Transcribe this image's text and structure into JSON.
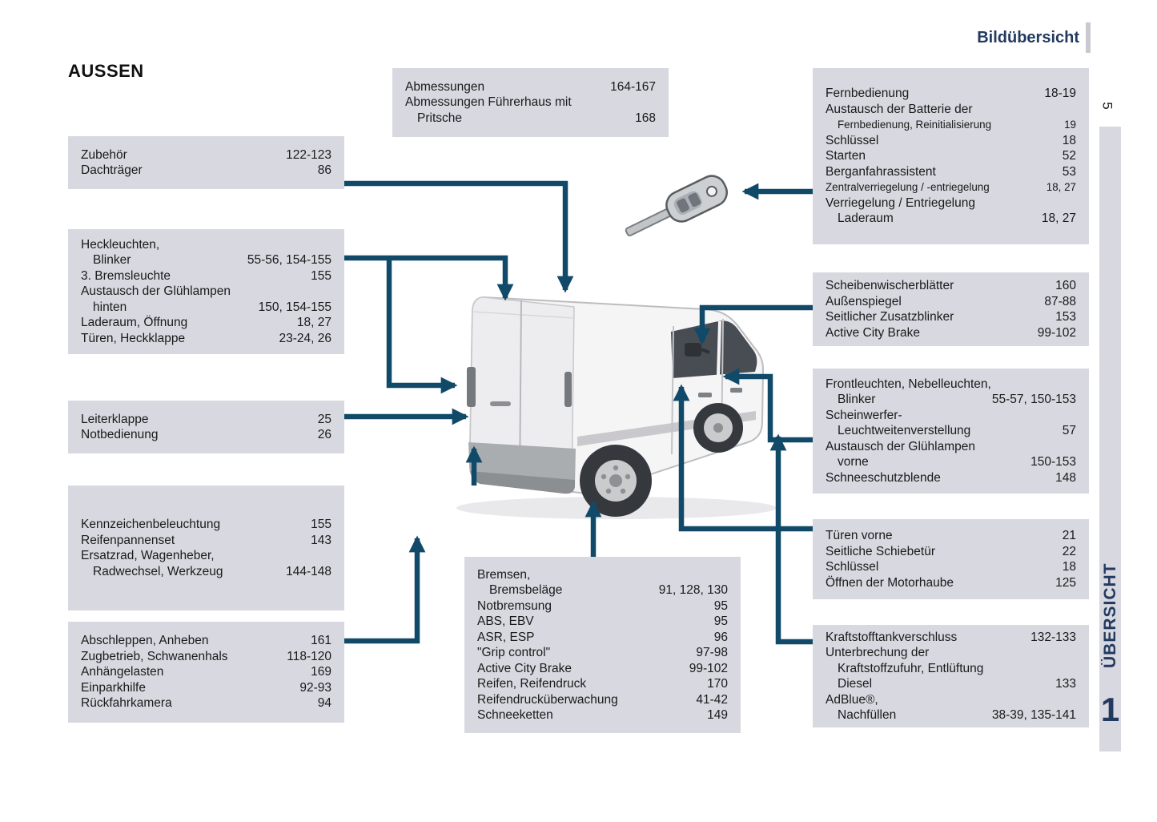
{
  "page": {
    "header": "Bildübersicht",
    "section_title": "AUSSEN",
    "page_number_vertical": "5",
    "sidebar_vertical_label": "ÜBERSICHT",
    "chapter_number": "1"
  },
  "colors": {
    "accent_navy": "#233a60",
    "box_bg": "#d8d8e0",
    "arrow_color": "#114a68",
    "text_color": "#1a1a1a"
  },
  "illustrations": {
    "van": "van-rear-three-quarter-view",
    "key": "remote-flip-key"
  },
  "boxes": {
    "abmessungen": {
      "rows": [
        {
          "label": "Abmessungen",
          "pages": "164-167"
        },
        {
          "label": "Abmessungen Führerhaus mit",
          "pages": ""
        },
        {
          "label": "Pritsche",
          "pages": "168",
          "indent": true
        }
      ]
    },
    "fernbedienung": {
      "rows": [
        {
          "label": "Fernbedienung",
          "pages": "18-19"
        },
        {
          "label": "Austausch der Batterie der",
          "pages": ""
        },
        {
          "label": "Fernbedienung, Reinitialisierung",
          "pages": "19",
          "indent": true,
          "small": true
        },
        {
          "label": "Schlüssel",
          "pages": "18"
        },
        {
          "label": "Starten",
          "pages": "52"
        },
        {
          "label": "Berganfahrassistent",
          "pages": "53"
        },
        {
          "label": "Zentralverriegelung / -entriegelung",
          "pages": "18, 27",
          "small": true
        },
        {
          "label": "Verriegelung / Entriegelung",
          "pages": ""
        },
        {
          "label": "Laderaum",
          "pages": "18, 27",
          "indent": true
        }
      ]
    },
    "zubehoer": {
      "rows": [
        {
          "label": "Zubehör",
          "pages": "122-123"
        },
        {
          "label": "Dachträger",
          "pages": "86"
        }
      ]
    },
    "heckleuchten": {
      "rows": [
        {
          "label": "Heckleuchten,",
          "pages": ""
        },
        {
          "label": "Blinker",
          "pages": "55-56, 154-155",
          "indent": true
        },
        {
          "label": "3. Bremsleuchte",
          "pages": "155"
        },
        {
          "label": "Austausch der Glühlampen",
          "pages": ""
        },
        {
          "label": "hinten",
          "pages": "150, 154-155",
          "indent": true
        },
        {
          "label": "Laderaum, Öffnung",
          "pages": "18, 27"
        },
        {
          "label": "Türen, Heckklappe",
          "pages": "23-24, 26"
        }
      ]
    },
    "leiterklappe": {
      "rows": [
        {
          "label": "Leiterklappe",
          "pages": "25"
        },
        {
          "label": "Notbedienung",
          "pages": "26"
        }
      ]
    },
    "kennzeichen": {
      "rows": [
        {
          "label": "Kennzeichenbeleuchtung",
          "pages": "155"
        },
        {
          "label": "Reifenpannenset",
          "pages": "143"
        },
        {
          "label": "Ersatzrad, Wagenheber,",
          "pages": ""
        },
        {
          "label": "Radwechsel, Werkzeug",
          "pages": "144-148",
          "indent": true
        }
      ]
    },
    "abschleppen": {
      "rows": [
        {
          "label": "Abschleppen, Anheben",
          "pages": "161"
        },
        {
          "label": "Zugbetrieb, Schwanenhals",
          "pages": "118-120"
        },
        {
          "label": "Anhängelasten",
          "pages": "169"
        },
        {
          "label": "Einparkhilfe",
          "pages": "92-93"
        },
        {
          "label": "Rückfahrkamera",
          "pages": "94"
        }
      ]
    },
    "bremsen": {
      "rows": [
        {
          "label": "Bremsen,",
          "pages": ""
        },
        {
          "label": "Bremsbeläge",
          "pages": "91, 128, 130",
          "indent": true
        },
        {
          "label": "Notbremsung",
          "pages": "95"
        },
        {
          "label": "ABS, EBV",
          "pages": "95"
        },
        {
          "label": "ASR, ESP",
          "pages": "96"
        },
        {
          "label": "\"Grip control\"",
          "pages": "97-98"
        },
        {
          "label": "Active City Brake",
          "pages": "99-102"
        },
        {
          "label": "Reifen, Reifendruck",
          "pages": "170"
        },
        {
          "label": "Reifendrucküberwachung",
          "pages": "41-42"
        },
        {
          "label": "Schneeketten",
          "pages": "149"
        }
      ]
    },
    "scheibenwischer": {
      "rows": [
        {
          "label": "Scheibenwischerblätter",
          "pages": "160"
        },
        {
          "label": "Außenspiegel",
          "pages": "87-88"
        },
        {
          "label": "Seitlicher Zusatzblinker",
          "pages": "153"
        },
        {
          "label": "Active City Brake",
          "pages": "99-102"
        }
      ]
    },
    "frontleuchten": {
      "rows": [
        {
          "label": "Frontleuchten, Nebelleuchten,",
          "pages": ""
        },
        {
          "label": "Blinker",
          "pages": "55-57, 150-153",
          "indent": true
        },
        {
          "label": "Scheinwerfer-",
          "pages": ""
        },
        {
          "label": "Leuchtweitenverstellung",
          "pages": "57",
          "indent": true
        },
        {
          "label": "Austausch der Glühlampen",
          "pages": ""
        },
        {
          "label": "vorne",
          "pages": "150-153",
          "indent": true
        },
        {
          "label": "Schneeschutzblende",
          "pages": "148"
        }
      ]
    },
    "tueren": {
      "rows": [
        {
          "label": "Türen vorne",
          "pages": "21"
        },
        {
          "label": "Seitliche Schiebetür",
          "pages": "22"
        },
        {
          "label": "Schlüssel",
          "pages": "18"
        },
        {
          "label": "Öffnen der Motorhaube",
          "pages": "125"
        }
      ]
    },
    "kraftstoff": {
      "rows": [
        {
          "label": "Kraftstofftankverschluss",
          "pages": "132-133"
        },
        {
          "label": "Unterbrechung der",
          "pages": ""
        },
        {
          "label": "Kraftstoffzufuhr, Entlüftung",
          "pages": "",
          "indent": true
        },
        {
          "label": "Diesel",
          "pages": "133",
          "indent": true
        },
        {
          "label": "AdBlue®,",
          "pages": ""
        },
        {
          "label": "Nachfüllen",
          "pages": "38-39, 135-141",
          "indent": true
        }
      ]
    }
  }
}
